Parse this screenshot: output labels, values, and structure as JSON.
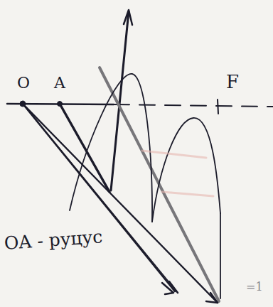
{
  "diagram": {
    "labels": [
      "O",
      "A",
      "F",
      "OA - руцус",
      "=1"
    ]
  }
}
